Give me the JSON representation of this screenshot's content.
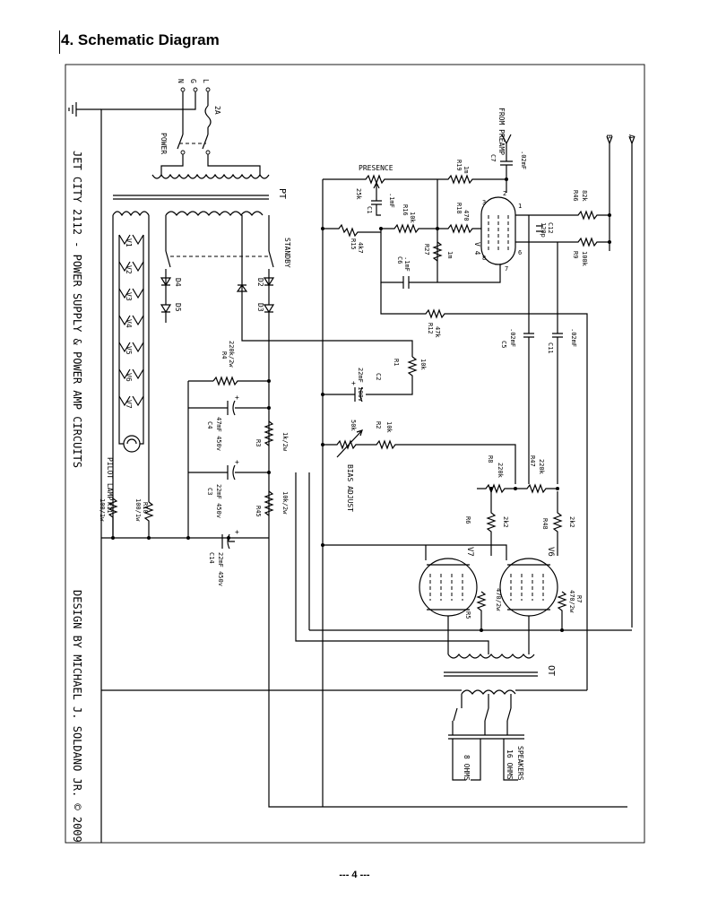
{
  "page": {
    "title": "4. Schematic Diagram",
    "page_number": "--- 4 ---"
  },
  "schematic": {
    "side_title": "JET CITY 2112 - POWER SUPPLY & POWER AMP CIRCUITS",
    "designer": "DESIGN BY MICHAEL J. SOLDANO JR. © 2009",
    "mains": {
      "n": "N",
      "g": "G",
      "l": "L"
    },
    "fuse": "2A",
    "power_switch": "POWER",
    "standby_switch": "STANDBY",
    "pt": "PT",
    "ot": "OT",
    "from_preamp": "FROM PREAMP",
    "presence": "PRESENCE",
    "bias_adjust": "BIAS ADJUST",
    "speakers": "SPEAKERS",
    "ohms16": "16 OHMS",
    "ohms8": "8 OHMS",
    "pilot_lamp": "PILOT LAMP",
    "arrow_a": "A",
    "arrow_b": "B",
    "tube_v4": "V 4",
    "tube_v6": "V6",
    "tube_v7": "V7",
    "heaters": [
      "V1",
      "V2",
      "V3",
      "V4",
      "V5",
      "V6",
      "V7"
    ],
    "diodes": [
      "D4",
      "D5",
      "D2",
      "D3"
    ],
    "pins": [
      "1",
      "2",
      "3",
      "6",
      "7",
      "8"
    ],
    "components": {
      "c7": "C7",
      "c7v": ".02mF",
      "r19": "R19",
      "r19v": "1m",
      "r18": "R18",
      "r18v": "470",
      "r16": "R16",
      "r16v": "10k",
      "r15": "R15",
      "r15v": "4k7",
      "c1": "C1",
      "c1v": ".1mF",
      "r25v": "25k",
      "r27": "R27",
      "r27v": "1m",
      "c6": "C6",
      "c6v": ".1mF",
      "r12": "R12",
      "r12v": "47k",
      "r46": "R46",
      "r46v": "82k",
      "r9": "R9",
      "r9v": "100k",
      "c12": "C12",
      "c12v": "120p",
      "c5": "C5",
      "c5v": ".02mF",
      "c11": "C11",
      "c11v": ".02mF",
      "r1": "R1",
      "r1v": "10k",
      "c2": "C2",
      "c2v": "22mF 100v",
      "r2": "R2",
      "r2v": "10k",
      "bias_pot": "50k",
      "r4": "R4",
      "r4v": "220k/2w",
      "c4": "C4",
      "c4v": "47mF 450v",
      "r3": "R3",
      "r3v": "1k/2w",
      "c3": "C3",
      "c3v": "22mF 450v",
      "r45": "R45",
      "r45v": "10k/2w",
      "c14": "C14",
      "c14v": "22mF 450v",
      "r10": "R10",
      "r10v": "100/1w",
      "r11": "R11",
      "r11v": "100/1w",
      "r8": "R8",
      "r8v": "220k",
      "r47": "R47",
      "r47v": "220k",
      "r6": "R6",
      "r6v": "2k2",
      "r48": "R48",
      "r48v": "2k2",
      "r5": "R5",
      "r5v": "470/2w",
      "r7": "R7",
      "r7v": "470/2w"
    }
  }
}
